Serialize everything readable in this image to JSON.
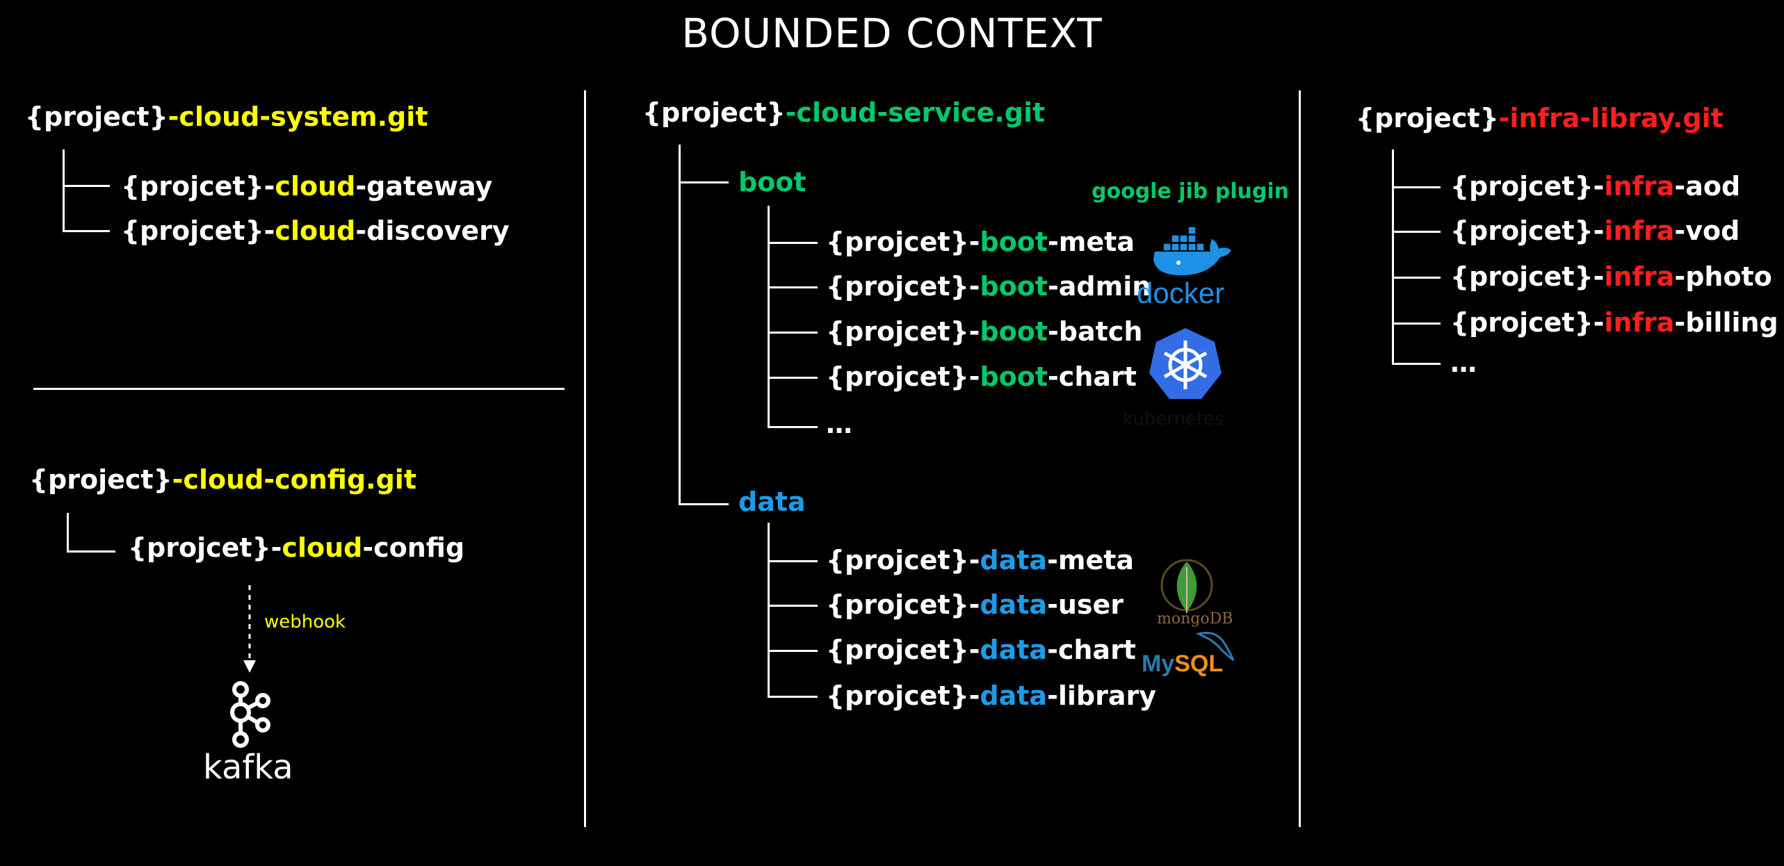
{
  "title": "BOUNDED CONTEXT",
  "colors": {
    "yellow": "#ffff00",
    "green": "#00c96b",
    "blue": "#1e9be8",
    "red": "#ff1e1e",
    "white": "#ffffff"
  },
  "system": {
    "repo": {
      "prefix": "{project}",
      "suffix": "-cloud-system.git"
    },
    "modules": [
      {
        "prefix": "{projcet}-",
        "key": "cloud",
        "suffix": "-gateway"
      },
      {
        "prefix": "{projcet}-",
        "key": "cloud",
        "suffix": "-discovery"
      }
    ]
  },
  "config": {
    "repo": {
      "prefix": "{project}",
      "suffix": "-cloud-config.git"
    },
    "module": {
      "prefix": "{projcet}-",
      "key": "cloud",
      "suffix": "-config"
    },
    "webhook_label": "webhook",
    "kafka_label": "kafka"
  },
  "service": {
    "repo": {
      "prefix": "{project}",
      "suffix": "-cloud-service.git"
    },
    "boot": {
      "label": "boot",
      "modules": [
        {
          "prefix": "{projcet}-",
          "key": "boot",
          "suffix": "-meta"
        },
        {
          "prefix": "{projcet}-",
          "key": "boot",
          "suffix": "-admin"
        },
        {
          "prefix": "{projcet}-",
          "key": "boot",
          "suffix": "-batch"
        },
        {
          "prefix": "{projcet}-",
          "key": "boot",
          "suffix": "-chart"
        }
      ],
      "more": "…",
      "plugin_label": "google jib plugin",
      "docker_label": "docker",
      "kubernetes_label": "kubernetes"
    },
    "data": {
      "label": "data",
      "modules": [
        {
          "prefix": "{projcet}-",
          "key": "data",
          "suffix": "-meta"
        },
        {
          "prefix": "{projcet}-",
          "key": "data",
          "suffix": "-user"
        },
        {
          "prefix": "{projcet}-",
          "key": "data",
          "suffix": "-chart"
        },
        {
          "prefix": "{projcet}-",
          "key": "data",
          "suffix": "-library"
        }
      ],
      "mongodb_label": "mongoDB",
      "mysql_label": "MySQL"
    }
  },
  "infra": {
    "repo": {
      "prefix": "{project}",
      "suffix": "-infra-libray.git"
    },
    "modules": [
      {
        "prefix": "{projcet}-",
        "key": "infra",
        "suffix": "-aod"
      },
      {
        "prefix": "{projcet}-",
        "key": "infra",
        "suffix": "-vod"
      },
      {
        "prefix": "{projcet}-",
        "key": "infra",
        "suffix": "-photo"
      },
      {
        "prefix": "{projcet}-",
        "key": "infra",
        "suffix": "-billing"
      }
    ],
    "more": "…"
  }
}
